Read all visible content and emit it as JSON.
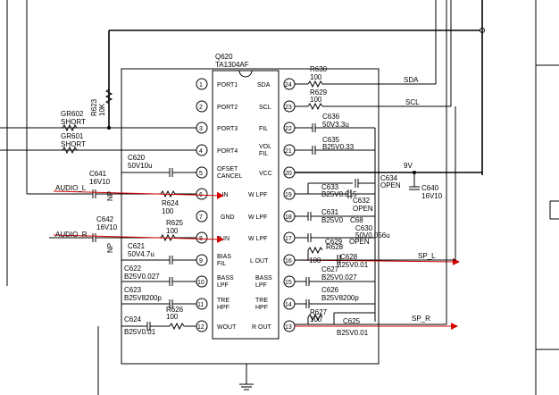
{
  "ic": {
    "ref": "Q620",
    "part": "TA1304AF"
  },
  "pins": {
    "left": [
      {
        "num": "1",
        "name": "PORT1"
      },
      {
        "num": "2",
        "name": "PORT2"
      },
      {
        "num": "3",
        "name": "PORT3"
      },
      {
        "num": "4",
        "name": "PORT4"
      },
      {
        "num": "5",
        "name": "OFSET",
        "name2": "CANCEL"
      },
      {
        "num": "6",
        "name": "L IN"
      },
      {
        "num": "7",
        "name": "GND"
      },
      {
        "num": "8",
        "name": "R IN"
      },
      {
        "num": "9",
        "name": "BIAS",
        "name2": "FIL"
      },
      {
        "num": "10",
        "name": "BASS",
        "name2": "LPF"
      },
      {
        "num": "11",
        "name": "TRE",
        "name2": "HPF"
      },
      {
        "num": "12",
        "name": "WOUT"
      }
    ],
    "right": [
      {
        "num": "24",
        "name": "SDA"
      },
      {
        "num": "23",
        "name": "SCL"
      },
      {
        "num": "22",
        "name": "FIL"
      },
      {
        "num": "21",
        "name": "VOL",
        "name2": "FIL"
      },
      {
        "num": "20",
        "name": "VCC"
      },
      {
        "num": "19",
        "name": "W LPF"
      },
      {
        "num": "18",
        "name": "W LPF"
      },
      {
        "num": "17",
        "name": "W LPF"
      },
      {
        "num": "16",
        "name": "L OUT"
      },
      {
        "num": "15",
        "name": "BASS",
        "name2": "LPF"
      },
      {
        "num": "14",
        "name": "TRE",
        "name2": "HPF"
      },
      {
        "num": "13",
        "name": "R OUT"
      }
    ]
  },
  "nets": {
    "sda": "SDA",
    "scl": "SCL",
    "v9": "9V",
    "sp_l": "SP_L",
    "sp_r": "SP_R",
    "audio_l": "AUDIO_L",
    "audio_r": "AUDIO_R"
  },
  "parts": {
    "r630": {
      "ref": "R630",
      "val": "100"
    },
    "r629": {
      "ref": "R629",
      "val": "100"
    },
    "c636": {
      "ref": "C636",
      "val": "50V3.3u"
    },
    "c635": {
      "ref": "C635",
      "val": "B25V0.33"
    },
    "c640": {
      "ref": "C640",
      "val": "16V10"
    },
    "c633": {
      "ref": "C633",
      "val": "B25V0.015"
    },
    "c634": {
      "ref": "C634",
      "val": "OPEN"
    },
    "c632": {
      "ref": "C632",
      "val": "OPEN"
    },
    "c631": {
      "ref": "C631",
      "val": "B25V0"
    },
    "c68": {
      "ref": "C68"
    },
    "c630": {
      "ref": "C630",
      "val": "50V0.056u"
    },
    "c629": {
      "ref": "C629",
      "val": "OPEN"
    },
    "r628": {
      "ref": "R628",
      "val": "100"
    },
    "c628": {
      "ref": "C628",
      "val": "B25V0.01"
    },
    "c627": {
      "ref": "C627",
      "val": "B25V0.027"
    },
    "c626": {
      "ref": "C626",
      "val": "B25V8200p"
    },
    "r627": {
      "ref": "R627",
      "val": "100"
    },
    "c625": {
      "ref": "C625",
      "val": "B25V0.01"
    },
    "r623": {
      "ref": "R623",
      "val": "10K"
    },
    "gr602": {
      "ref": "GR602",
      "val": "SHORT"
    },
    "gr601": {
      "ref": "GR601",
      "val": "SHORT"
    },
    "c620": {
      "ref": "C620",
      "val": "50V10u"
    },
    "c641": {
      "ref": "C641",
      "val": "16V10",
      "np": "NP"
    },
    "r624": {
      "ref": "R624",
      "val": "100"
    },
    "c642": {
      "ref": "C642",
      "val": "16V10",
      "np": "NP"
    },
    "r625": {
      "ref": "R625",
      "val": "100"
    },
    "c621": {
      "ref": "C621",
      "val": "50V4.7u"
    },
    "c622": {
      "ref": "C622",
      "val": "B25V0.027"
    },
    "c623": {
      "ref": "C623",
      "val": "B25V8200p"
    },
    "r626": {
      "ref": "R626",
      "val": "100"
    },
    "c624": {
      "ref": "C624",
      "val": "B25V0.01"
    }
  }
}
